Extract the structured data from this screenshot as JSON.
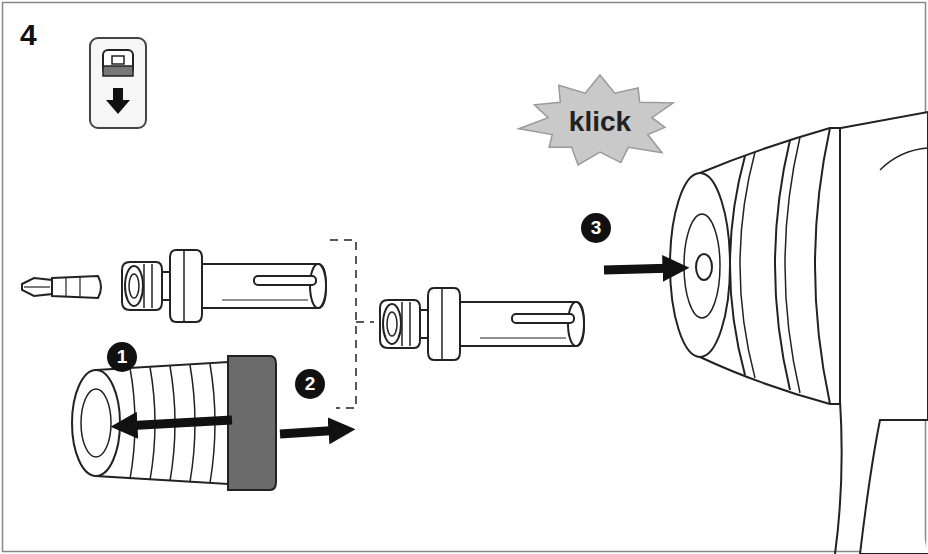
{
  "diagram": {
    "nodes": [
      {
        "text": [
          "klick"
        ]
      }
    ],
    "labels": [
      "4",
      "1",
      "2",
      "3"
    ]
  }
}
